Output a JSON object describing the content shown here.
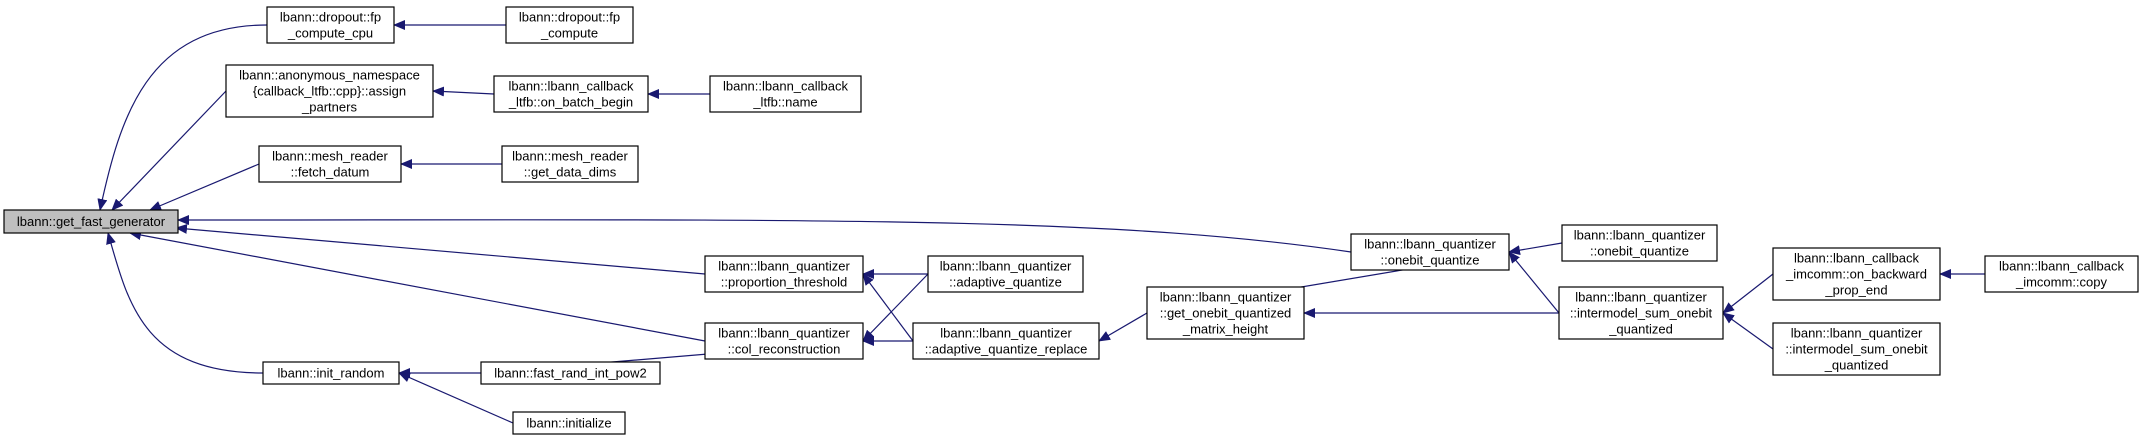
{
  "colors": {
    "edge": "#191970",
    "root_fill": "#bfbfbf",
    "node_fill": "#ffffff",
    "border": "#000000"
  },
  "nodes": [
    {
      "id": "get_fast_generator",
      "lines": [
        "lbann::get_fast_generator"
      ],
      "root": true
    },
    {
      "id": "dropout_fp_compute_cpu",
      "lines": [
        "lbann::dropout::fp",
        "_compute_cpu"
      ]
    },
    {
      "id": "dropout_fp_compute",
      "lines": [
        "lbann::dropout::fp",
        "_compute"
      ]
    },
    {
      "id": "assign_partners",
      "lines": [
        "lbann::anonymous_namespace",
        "{callback_ltfb::cpp}::assign",
        "_partners"
      ]
    },
    {
      "id": "on_batch_begin",
      "lines": [
        "lbann::lbann_callback",
        "_ltfb::on_batch_begin"
      ]
    },
    {
      "id": "ltfb_name",
      "lines": [
        "lbann::lbann_callback",
        "_ltfb::name"
      ]
    },
    {
      "id": "fetch_datum",
      "lines": [
        "lbann::mesh_reader",
        "::fetch_datum"
      ]
    },
    {
      "id": "get_data_dims",
      "lines": [
        "lbann::mesh_reader",
        "::get_data_dims"
      ]
    },
    {
      "id": "proportion_threshold",
      "lines": [
        "lbann::lbann_quantizer",
        "::proportion_threshold"
      ]
    },
    {
      "id": "adaptive_quantize",
      "lines": [
        "lbann::lbann_quantizer",
        "::adaptive_quantize"
      ]
    },
    {
      "id": "col_reconstruction",
      "lines": [
        "lbann::lbann_quantizer",
        "::col_reconstruction"
      ]
    },
    {
      "id": "adaptive_quantize_replace",
      "lines": [
        "lbann::lbann_quantizer",
        "::adaptive_quantize_replace"
      ]
    },
    {
      "id": "init_random",
      "lines": [
        "lbann::init_random"
      ]
    },
    {
      "id": "fast_rand_int_pow2",
      "lines": [
        "lbann::fast_rand_int_pow2"
      ]
    },
    {
      "id": "initialize",
      "lines": [
        "lbann::initialize"
      ]
    },
    {
      "id": "get_onebit_quantized_matrix_height",
      "lines": [
        "lbann::lbann_quantizer",
        "::get_onebit_quantized",
        "_matrix_height"
      ]
    },
    {
      "id": "onebit_quantize_main",
      "lines": [
        "lbann::lbann_quantizer",
        "::onebit_quantize"
      ]
    },
    {
      "id": "onebit_quantize_caller",
      "lines": [
        "lbann::lbann_quantizer",
        "::onebit_quantize"
      ]
    },
    {
      "id": "intermodel_sum_onebit_quantized_a",
      "lines": [
        "lbann::lbann_quantizer",
        "::intermodel_sum_onebit",
        "_quantized"
      ]
    },
    {
      "id": "on_backward_prop_end",
      "lines": [
        "lbann::lbann_callback",
        "_imcomm::on_backward",
        "_prop_end"
      ]
    },
    {
      "id": "imcomm_copy",
      "lines": [
        "lbann::lbann_callback",
        "_imcomm::copy"
      ]
    },
    {
      "id": "intermodel_sum_onebit_quantized_b",
      "lines": [
        "lbann::lbann_quantizer",
        "::intermodel_sum_onebit",
        "_quantized"
      ]
    }
  ],
  "edges": [
    {
      "from": "dropout_fp_compute_cpu",
      "to": "get_fast_generator"
    },
    {
      "from": "dropout_fp_compute",
      "to": "dropout_fp_compute_cpu"
    },
    {
      "from": "assign_partners",
      "to": "get_fast_generator"
    },
    {
      "from": "on_batch_begin",
      "to": "assign_partners"
    },
    {
      "from": "ltfb_name",
      "to": "on_batch_begin"
    },
    {
      "from": "fetch_datum",
      "to": "get_fast_generator"
    },
    {
      "from": "get_data_dims",
      "to": "fetch_datum"
    },
    {
      "from": "onebit_quantize_main",
      "to": "get_fast_generator"
    },
    {
      "from": "proportion_threshold",
      "to": "get_fast_generator"
    },
    {
      "from": "col_reconstruction",
      "to": "get_fast_generator"
    },
    {
      "from": "init_random",
      "to": "get_fast_generator"
    },
    {
      "from": "adaptive_quantize",
      "to": "proportion_threshold"
    },
    {
      "from": "adaptive_quantize_replace",
      "to": "proportion_threshold"
    },
    {
      "from": "adaptive_quantize",
      "to": "col_reconstruction"
    },
    {
      "from": "adaptive_quantize_replace",
      "to": "col_reconstruction"
    },
    {
      "from": "fast_rand_int_pow2",
      "to": "col_reconstruction"
    },
    {
      "from": "fast_rand_int_pow2",
      "to": "init_random"
    },
    {
      "from": "initialize",
      "to": "init_random"
    },
    {
      "from": "get_onebit_quantized_matrix_height",
      "to": "adaptive_quantize_replace"
    },
    {
      "from": "get_onebit_quantized_matrix_height",
      "to": "onebit_quantize_main"
    },
    {
      "from": "intermodel_sum_onebit_quantized_a",
      "to": "get_onebit_quantized_matrix_height"
    },
    {
      "from": "onebit_quantize_caller",
      "to": "onebit_quantize_main"
    },
    {
      "from": "intermodel_sum_onebit_quantized_a",
      "to": "onebit_quantize_main"
    },
    {
      "from": "on_backward_prop_end",
      "to": "intermodel_sum_onebit_quantized_a"
    },
    {
      "from": "intermodel_sum_onebit_quantized_b",
      "to": "intermodel_sum_onebit_quantized_a"
    },
    {
      "from": "imcomm_copy",
      "to": "on_backward_prop_end"
    }
  ]
}
